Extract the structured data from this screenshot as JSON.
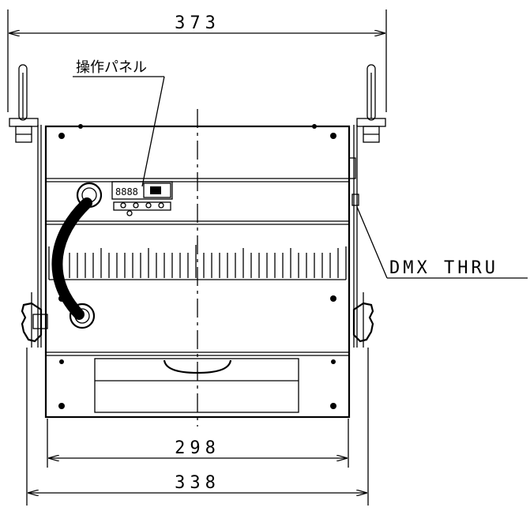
{
  "dimensions": {
    "top_width": "373",
    "inner_width": "298",
    "outer_width": "338"
  },
  "labels": {
    "control_panel": "操作パネル",
    "dmx_thru": "DMX THRU"
  },
  "panel_display": "8888",
  "colors": {
    "line": "#000000",
    "background": "#ffffff"
  }
}
